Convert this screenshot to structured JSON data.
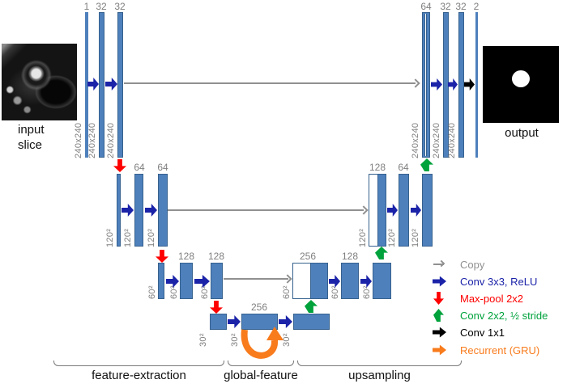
{
  "colors": {
    "bar_fill": "#4e80bc",
    "bar_border": "#36618e",
    "conv": "#1b23a8",
    "pool": "#fe0000",
    "upconv": "#00a23c",
    "conv1x1": "#000000",
    "copy": "#909090",
    "recurrent": "#f87b1c",
    "label_gray": "#7f7f7f"
  },
  "input": {
    "line1": "input",
    "line2": "slice"
  },
  "output": {
    "label": "output"
  },
  "channels": {
    "enc240": [
      "1",
      "32",
      "32"
    ],
    "enc120": [
      "64",
      "64"
    ],
    "enc60": [
      "128",
      "128"
    ],
    "bottleneck": [
      "256"
    ],
    "dec60": [
      "256",
      "128"
    ],
    "dec120": [
      "128",
      "64"
    ],
    "dec240": [
      "64",
      "32",
      "32",
      "2"
    ]
  },
  "sizes": {
    "s240": "240x240",
    "s120": "120²",
    "s60": "60²",
    "s30": "30²"
  },
  "legend": [
    {
      "label": "Copy",
      "color": "#909090",
      "icon": "copy-arrow"
    },
    {
      "label": "Conv 3x3, ReLU",
      "color": "#1b23a8",
      "icon": "right-arrow"
    },
    {
      "label": "Max-pool 2x2",
      "color": "#fe0000",
      "icon": "down-arrow"
    },
    {
      "label": "Conv 2x2, ½ stride",
      "color": "#00a23c",
      "icon": "up-arrow"
    },
    {
      "label": "Conv 1x1",
      "color": "#000000",
      "icon": "right-arrow"
    },
    {
      "label": "Recurrent (GRU)",
      "color": "#f87b1c",
      "icon": "right-arrow"
    }
  ],
  "sections": [
    "feature-extraction",
    "global-feature",
    "upsampling"
  ]
}
